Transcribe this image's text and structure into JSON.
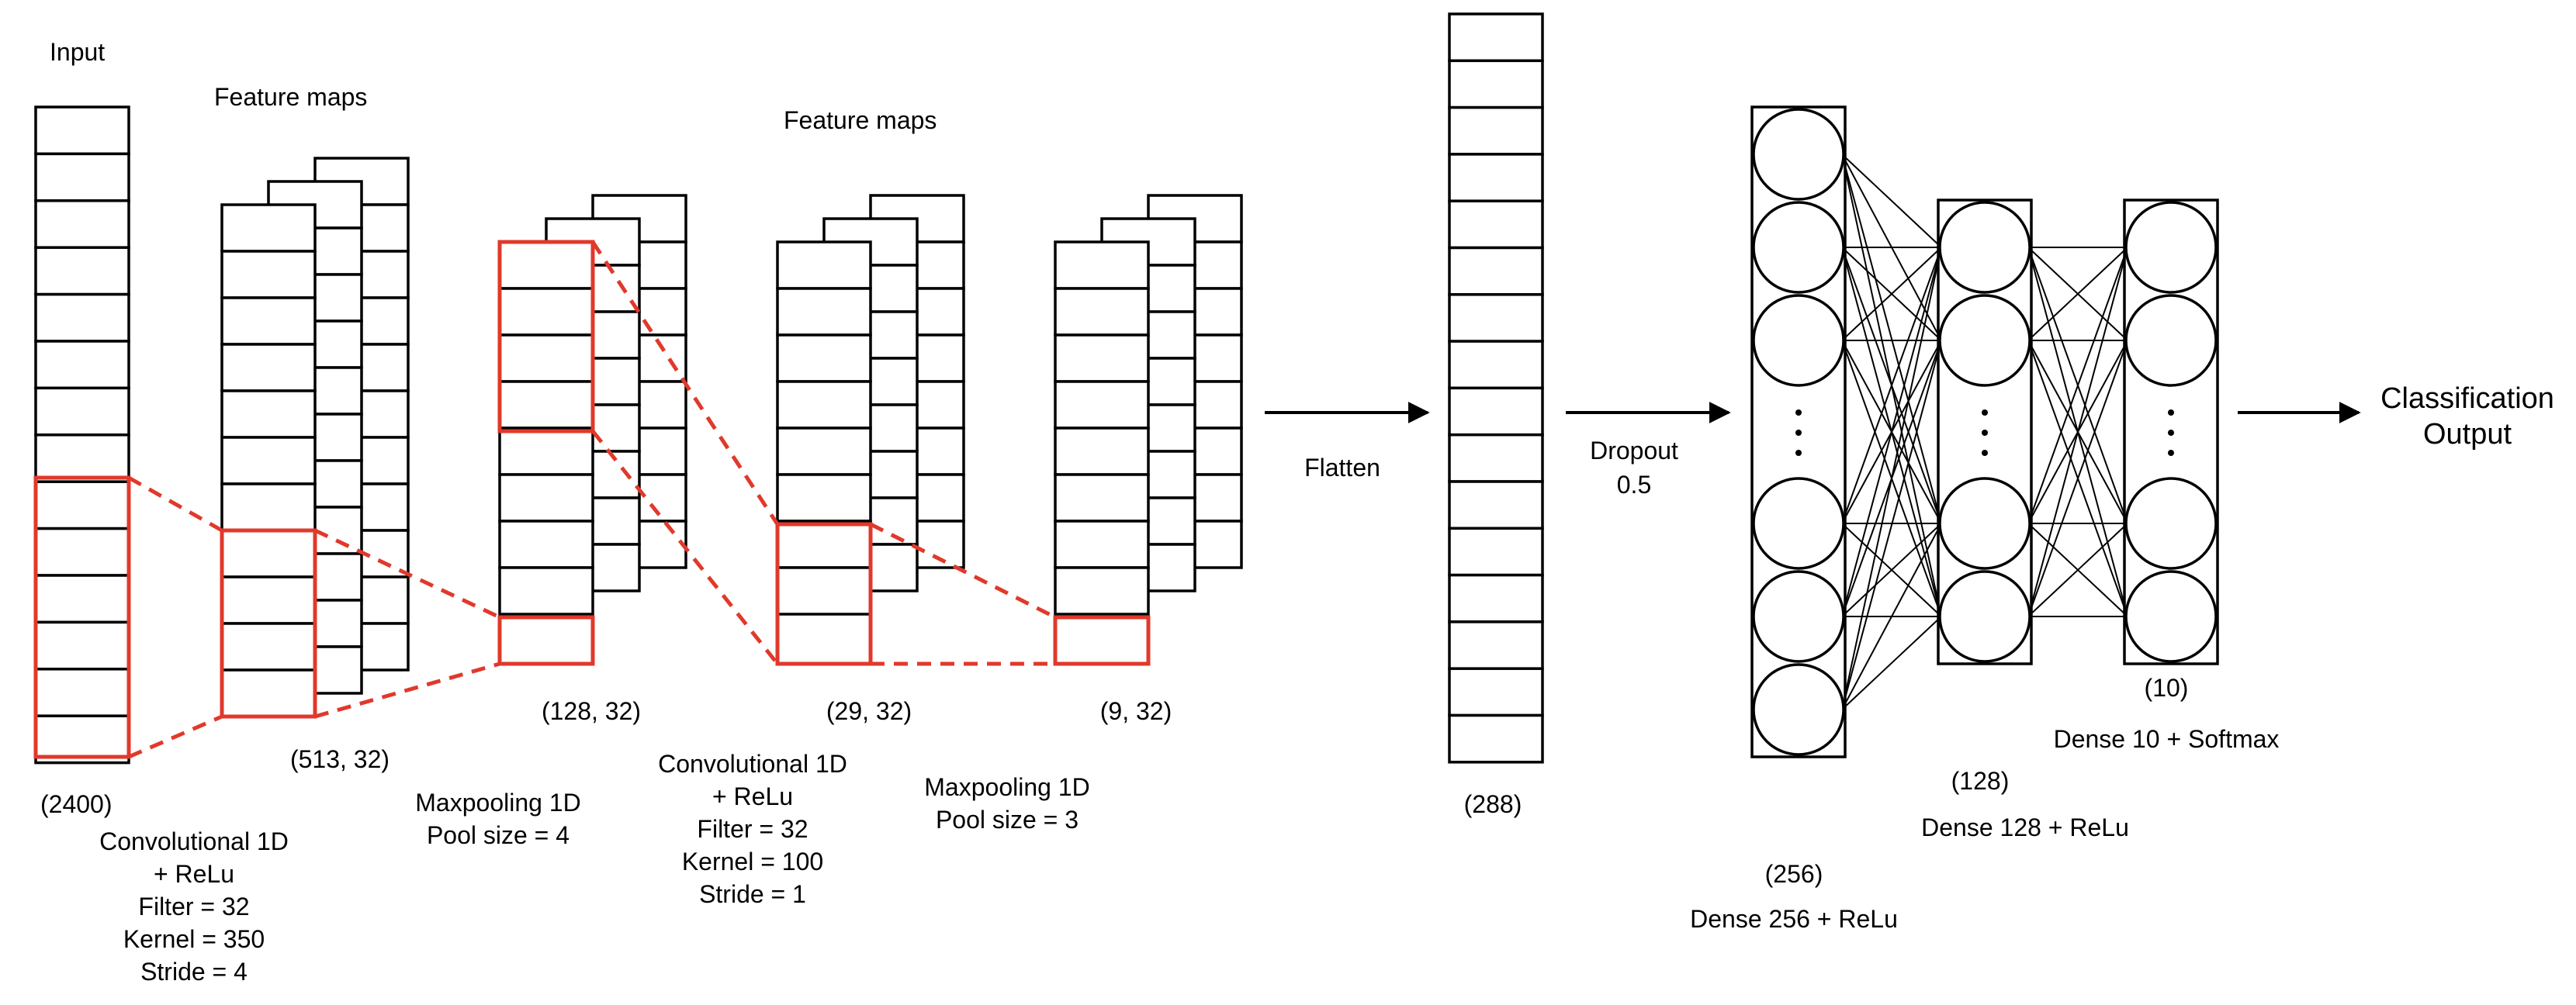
{
  "colors": {
    "stroke": "#000000",
    "highlight": "#e0392b",
    "background": "#ffffff"
  },
  "labels": {
    "input": "Input",
    "feature_maps_1": "Feature maps",
    "feature_maps_2": "Feature maps",
    "shape_input": "(2400)",
    "conv1": [
      "Convolutional 1D",
      "+ ReLu",
      "Filter = 32",
      "Kernel = 350",
      "Stride = 4"
    ],
    "shape_conv1": "(513, 32)",
    "pool1": [
      "Maxpooling 1D",
      "Pool size = 4"
    ],
    "shape_pool1": "(128, 32)",
    "conv2": [
      "Convolutional 1D",
      "+ ReLu",
      "Filter = 32",
      "Kernel = 100",
      "Stride = 1"
    ],
    "shape_conv2": "(29, 32)",
    "pool2": [
      "Maxpooling 1D",
      "Pool size = 3"
    ],
    "shape_pool2": "(9, 32)",
    "flatten": "Flatten",
    "shape_flatten": "(288)",
    "dropout": [
      "Dropout",
      "0.5"
    ],
    "shape_dense256": "(256)",
    "dense256": "Dense 256 + ReLu",
    "shape_dense128": "(128)",
    "dense128": "Dense 128 + ReLu",
    "shape_dense10": "(10)",
    "dense10": "Dense 10 + Softmax",
    "output": [
      "Classification",
      "Output"
    ]
  }
}
